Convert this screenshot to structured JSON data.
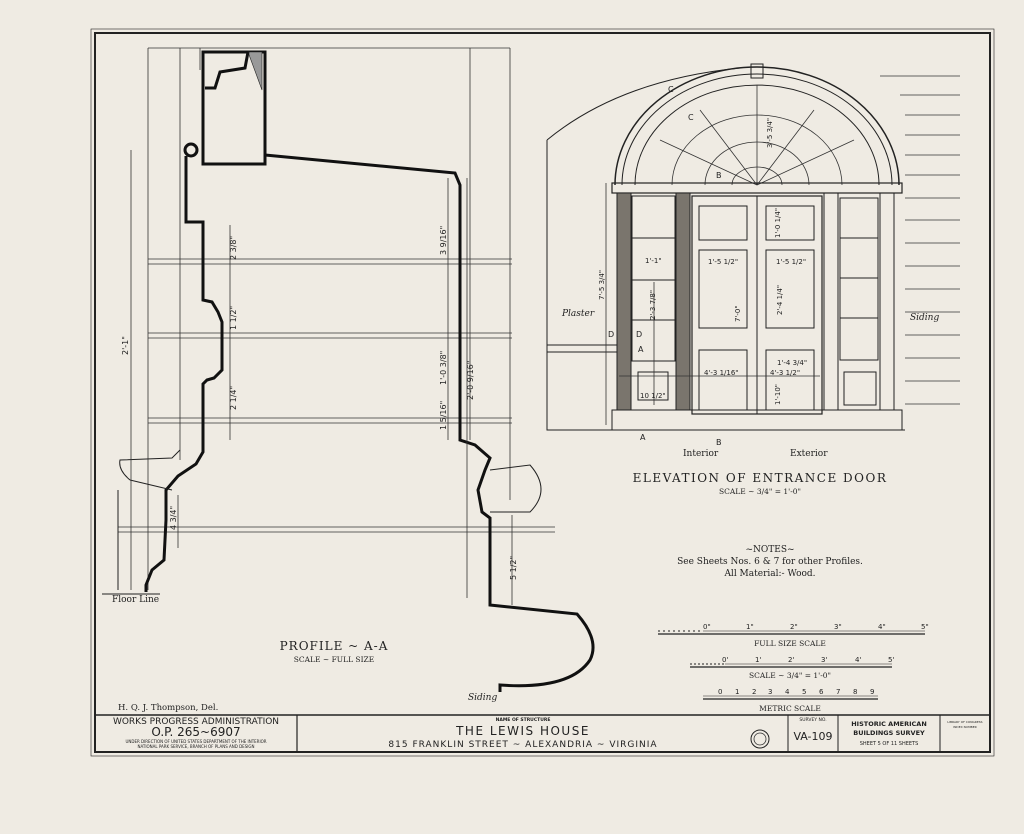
{
  "profile": {
    "title": "PROFILE ~ A-A",
    "scale": "SCALE ~ FULL SIZE",
    "floor_line": "Floor Line",
    "siding": "Siding",
    "dims": [
      "2'-1\"",
      "2 3/8\"",
      "1 1/2\"",
      "2 1/4\"",
      "4 3/4\"",
      "3 9/16\"",
      "1'-0 3/8\"",
      "2'-0 9/16\"",
      "1 5/16\"",
      "5 1/2\""
    ]
  },
  "elevation": {
    "title": "ELEVATION OF ENTRANCE DOOR",
    "scale": "SCALE ~ 3/4\" = 1'-0\"",
    "plaster": "Plaster",
    "siding": "Siding",
    "interior": "Interior",
    "exterior": "Exterior",
    "section_marks": [
      "A",
      "A",
      "B",
      "B",
      "C",
      "C",
      "D",
      "D"
    ],
    "dims": [
      "7'-5 3/4\"",
      "1'-1\"",
      "2'-3 7/8\"",
      "1'-5 1/2\"",
      "1'-5 1/2\"",
      "2'-4 1/4\"",
      "7'-0\"",
      "4'-3 1/16\"",
      "4'-3 1/2\"",
      "1'-4 3/4\"",
      "1'-10\"",
      "10 1/2\"",
      "1'-0 1/4\"",
      "3'-5 3/4\""
    ]
  },
  "notes": {
    "title": "~NOTES~",
    "lines": [
      "See Sheets Nos. 6 & 7 for other Profiles.",
      "All Material:- Wood."
    ]
  },
  "scales": [
    {
      "label": "FULL SIZE SCALE",
      "ticks": [
        "0\"",
        "1\"",
        "2\"",
        "3\"",
        "4\"",
        "5\""
      ]
    },
    {
      "label": "SCALE ~ 3/4\" = 1'-0\"",
      "ticks": [
        "0'",
        "1'",
        "2'",
        "3'",
        "4'",
        "5'"
      ]
    },
    {
      "label": "METRIC SCALE",
      "ticks": [
        "0",
        "1",
        "2",
        "3",
        "4",
        "5",
        "6",
        "7",
        "8",
        "9"
      ]
    }
  ],
  "delineator": "H. Q. J. Thompson, Del.",
  "title_block": {
    "wpa": "WORKS PROGRESS ADMINISTRATION",
    "op": "O.P. 265~6907",
    "under1": "UNDER DIRECTION OF UNITED STATES DEPARTMENT OF THE INTERIOR",
    "under2": "NATIONAL PARK SERVICE, BRANCH OF PLANS AND DESIGN",
    "name_label": "NAME OF STRUCTURE",
    "name": "THE LEWIS HOUSE",
    "address": "815 FRANKLIN STREET ~ ALEXANDRIA ~ VIRGINIA",
    "survey_label": "SURVEY NO.",
    "survey_no": "VA-109",
    "habs1": "HISTORIC AMERICAN",
    "habs2": "BUILDINGS SURVEY",
    "sheet": "SHEET 5 OF 11 SHEETS",
    "library1": "LIBRARY OF CONGRESS",
    "library2": "INDEX NUMBER"
  }
}
